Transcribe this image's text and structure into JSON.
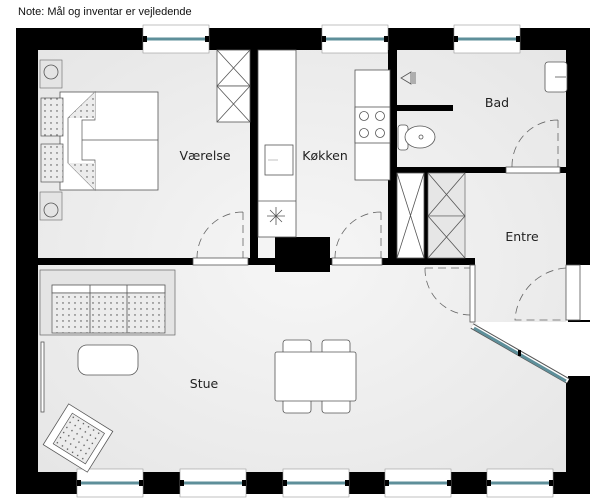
{
  "note": "Note: Mål og inventar er vejledende",
  "rooms": {
    "bedroom": "Værelse",
    "kitchen": "Køkken",
    "bathroom": "Bad",
    "hallway": "Entre",
    "living_room": "Stue"
  },
  "colors": {
    "wall": "#000000",
    "floor": "#efefef",
    "window_glass": "#5e8f9a"
  }
}
